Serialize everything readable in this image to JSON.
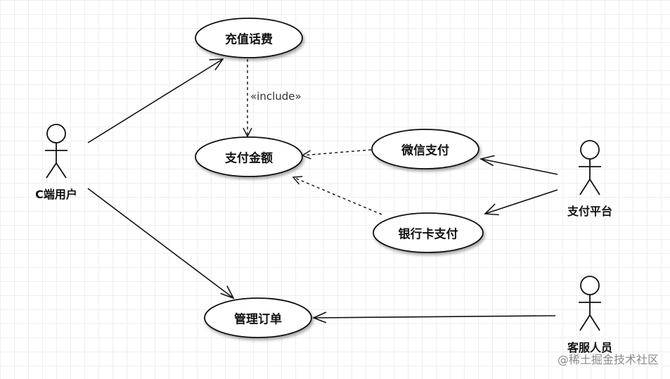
{
  "diagram": {
    "use_cases": {
      "recharge": "充值话费",
      "pay_amount": "支付金额",
      "wechat_pay": "微信支付",
      "bank_card_pay": "银行卡支付",
      "manage_orders": "管理订单"
    },
    "actors": {
      "c_user": "C端用户",
      "pay_platform": "支付平台",
      "customer_service": "客服人员"
    },
    "stereotype": "«include»",
    "watermark": "@稀土掘金技术社区"
  }
}
